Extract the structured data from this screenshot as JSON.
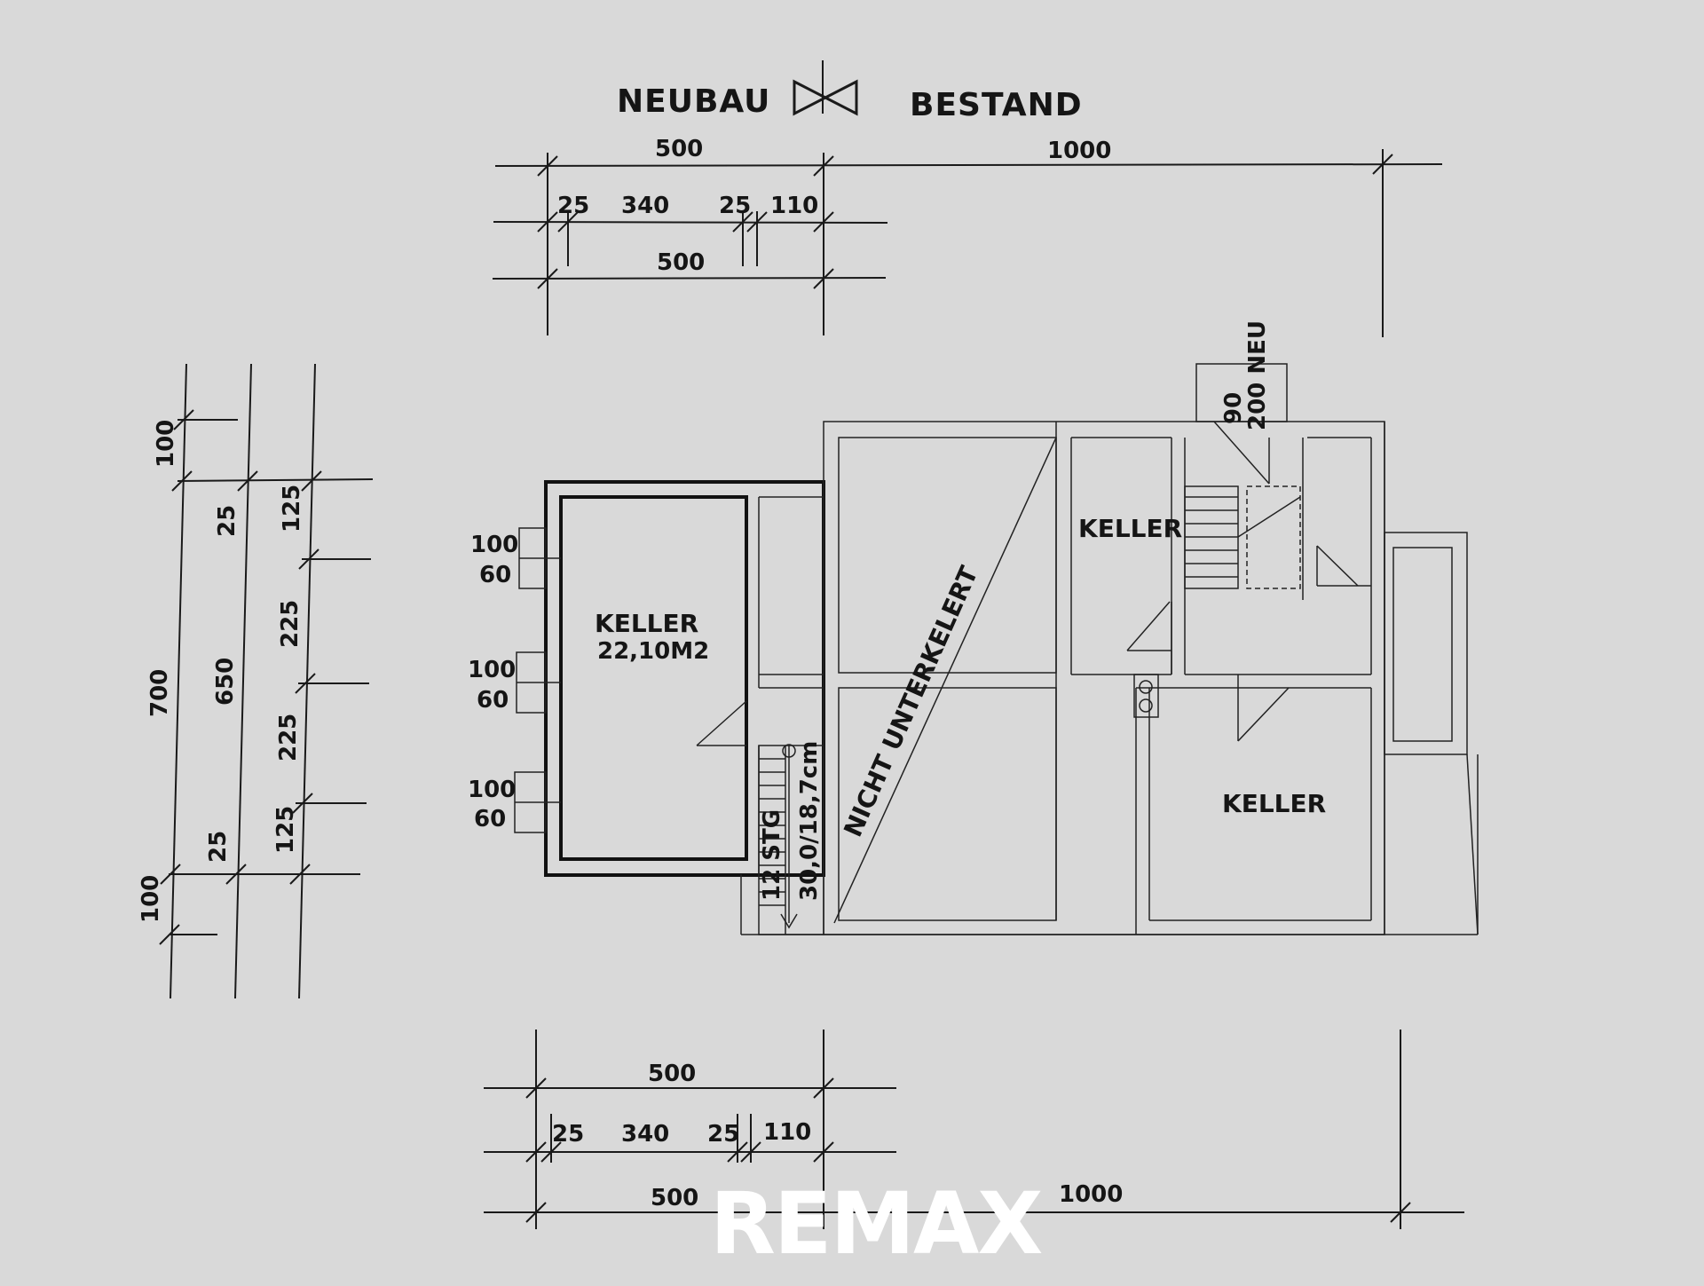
{
  "legend": {
    "left": "NEUBAU",
    "right": "BESTAND"
  },
  "top_dims": {
    "row1": [
      "500",
      "1000"
    ],
    "row2": [
      "25",
      "340",
      "25",
      "110"
    ],
    "row3": [
      "500"
    ]
  },
  "bottom_dims": {
    "row1": [
      "500"
    ],
    "row2": [
      "25",
      "340",
      "25",
      "110"
    ],
    "row3": [
      "500",
      "1000"
    ]
  },
  "left_dims": {
    "col1": [
      "100",
      "700",
      "100"
    ],
    "col2": [
      "25",
      "650",
      "25"
    ],
    "col3": [
      "125",
      "225",
      "225",
      "125"
    ]
  },
  "windows": [
    {
      "w": "100",
      "h": "60"
    },
    {
      "w": "100",
      "h": "60"
    },
    {
      "w": "100",
      "h": "60"
    }
  ],
  "rooms": {
    "keller_new": {
      "name": "KELLER",
      "area": "22,10M2"
    },
    "keller_top": "KELLER",
    "keller_bottom": "KELLER",
    "not_basement": "NICHT UNTERKELERT"
  },
  "stair_label": {
    "steps": "12 STG",
    "size": "30,0/18,7cm"
  },
  "door_label": {
    "a": "90",
    "b": "200 NEU"
  },
  "watermark": "REMAX"
}
